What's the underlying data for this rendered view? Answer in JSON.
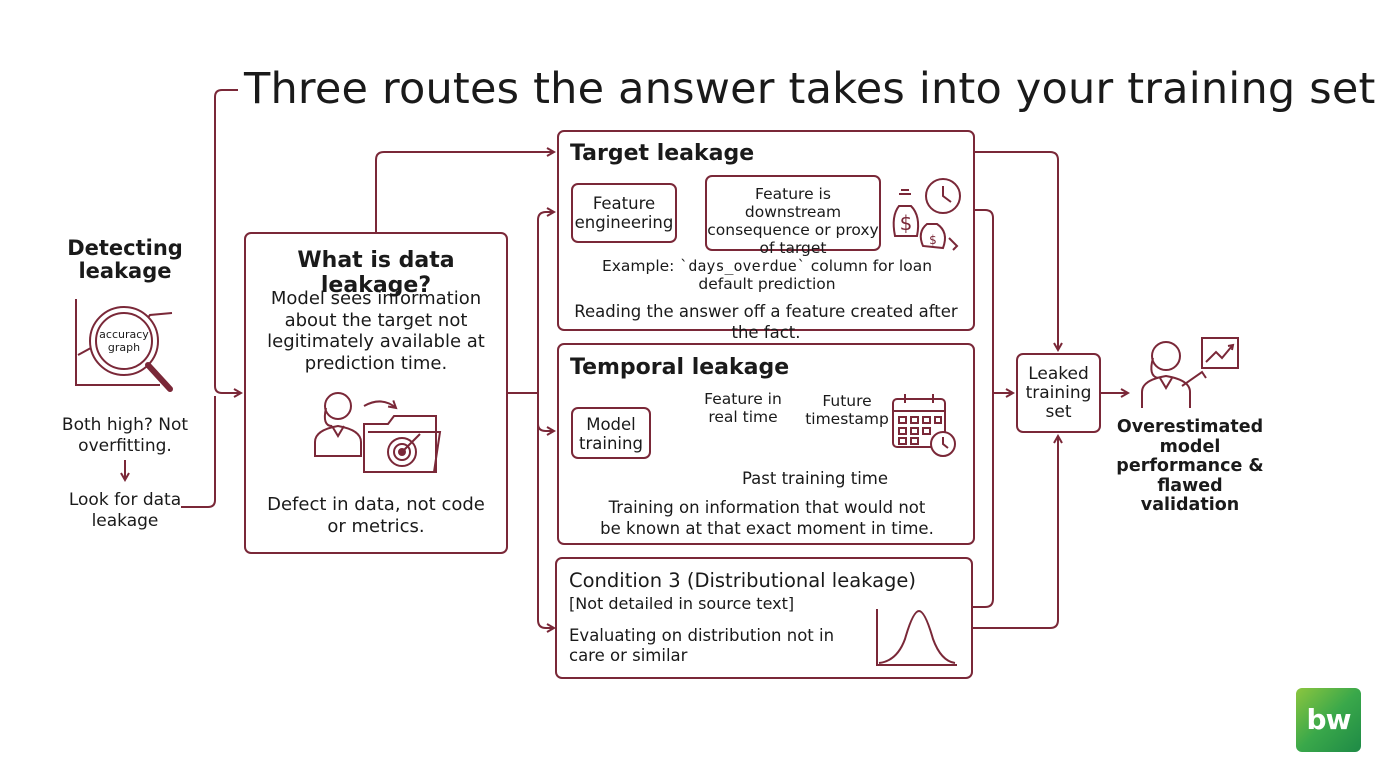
{
  "title": "Three routes the answer takes into your training set",
  "detect": {
    "heading": "Detecting leakage",
    "magnifier_text": "accuracy graph",
    "question": "Both high? Not overfitting.",
    "action": "Look for data leakage"
  },
  "definition": {
    "heading": "What is data leakage?",
    "body": "Model sees information about the target not legitimately available at prediction time.",
    "footer": "Defect in data, not code or metrics."
  },
  "target": {
    "heading": "Target leakage",
    "step1": "Feature engineering",
    "step2": "Feature is downstream consequence or proxy of target",
    "example_prefix": "Example: ",
    "example_code": "`days_overdue`",
    "example_suffix": " column for loan default prediction",
    "caption": "Reading the answer off a feature created after the fact."
  },
  "temporal": {
    "heading": "Temporal leakage",
    "step1": "Model training",
    "feature_label": "Feature in real time",
    "future_label": "Future timestamp",
    "past_label": "Past training time",
    "caption": "Training on information that would not be known at that exact moment in time."
  },
  "condition3": {
    "heading": "Condition 3 (Distributional leakage)",
    "note": "[Not detailed in source text]",
    "body": "Evaluating on distribution not in care or similar"
  },
  "leaked": {
    "label": "Leaked training set"
  },
  "outcome": {
    "label": "Overestimated model performance & flawed validation"
  },
  "logo": {
    "text": "bw"
  },
  "colors": {
    "accent": "#7a2838",
    "text": "#1a1a1a",
    "logo_green": "#3aa84a"
  },
  "icons": [
    "magnifier-graph-icon",
    "person-folder-target-icon",
    "money-bags-clock-icon",
    "calendar-clock-icon",
    "bell-curve-icon",
    "person-chart-icon"
  ]
}
